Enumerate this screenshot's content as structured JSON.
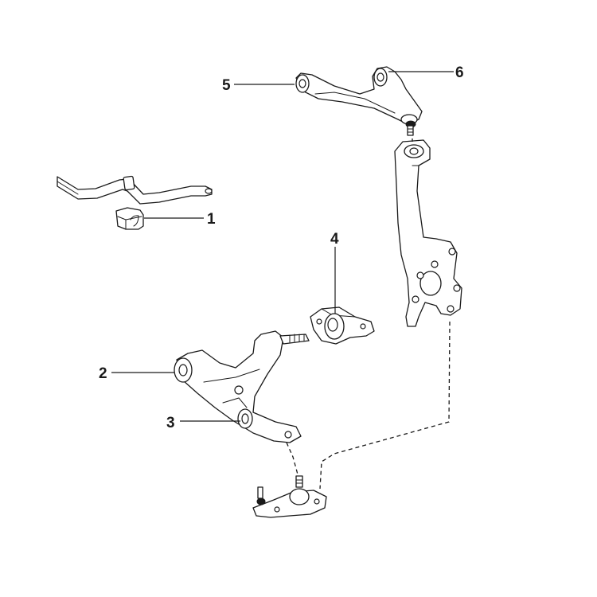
{
  "diagram": {
    "callouts": [
      {
        "id": "1",
        "text": "1"
      },
      {
        "id": "2",
        "text": "2"
      },
      {
        "id": "3",
        "text": "3"
      },
      {
        "id": "4",
        "text": "4"
      },
      {
        "id": "5",
        "text": "5"
      },
      {
        "id": "6",
        "text": "6"
      }
    ],
    "parts": [
      {
        "callout": "1",
        "icon": "stabilizer-bushing-icon"
      },
      {
        "callout": "2",
        "icon": "lower-arm-front-bushing-icon"
      },
      {
        "callout": "3",
        "icon": "lower-arm-rear-bushing-icon"
      },
      {
        "callout": "4",
        "icon": "lower-arm-rear-bushing-bracket-icon"
      },
      {
        "callout": "5",
        "icon": "upper-arm-bushing-icon"
      },
      {
        "callout": "6",
        "icon": "upper-control-arm-icon"
      }
    ],
    "colors": {
      "line": "#1a1a1a",
      "background": "#ffffff"
    }
  }
}
